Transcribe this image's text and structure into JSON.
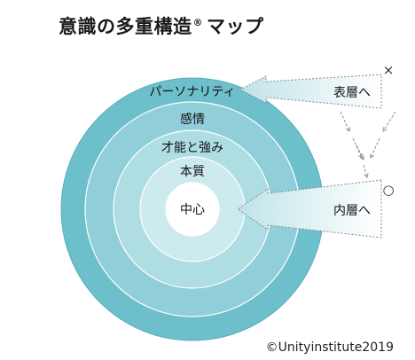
{
  "title": {
    "main": "意識の多重構造",
    "registered_mark": "®",
    "suffix": "マップ"
  },
  "layers": [
    {
      "label": "パーソナリティ",
      "color": "#6dbfcc"
    },
    {
      "label": "感情",
      "color": "#90cfd9"
    },
    {
      "label": "才能と強み",
      "color": "#aedde4"
    },
    {
      "label": "本質",
      "color": "#cdeaef"
    },
    {
      "label": "中心",
      "color": "#ffffff"
    }
  ],
  "arrows": {
    "surface": {
      "label": "表層へ",
      "mark": "×"
    },
    "inner": {
      "label": "内層へ",
      "mark": "○"
    }
  },
  "copyright": "©Unityinstitute2019"
}
